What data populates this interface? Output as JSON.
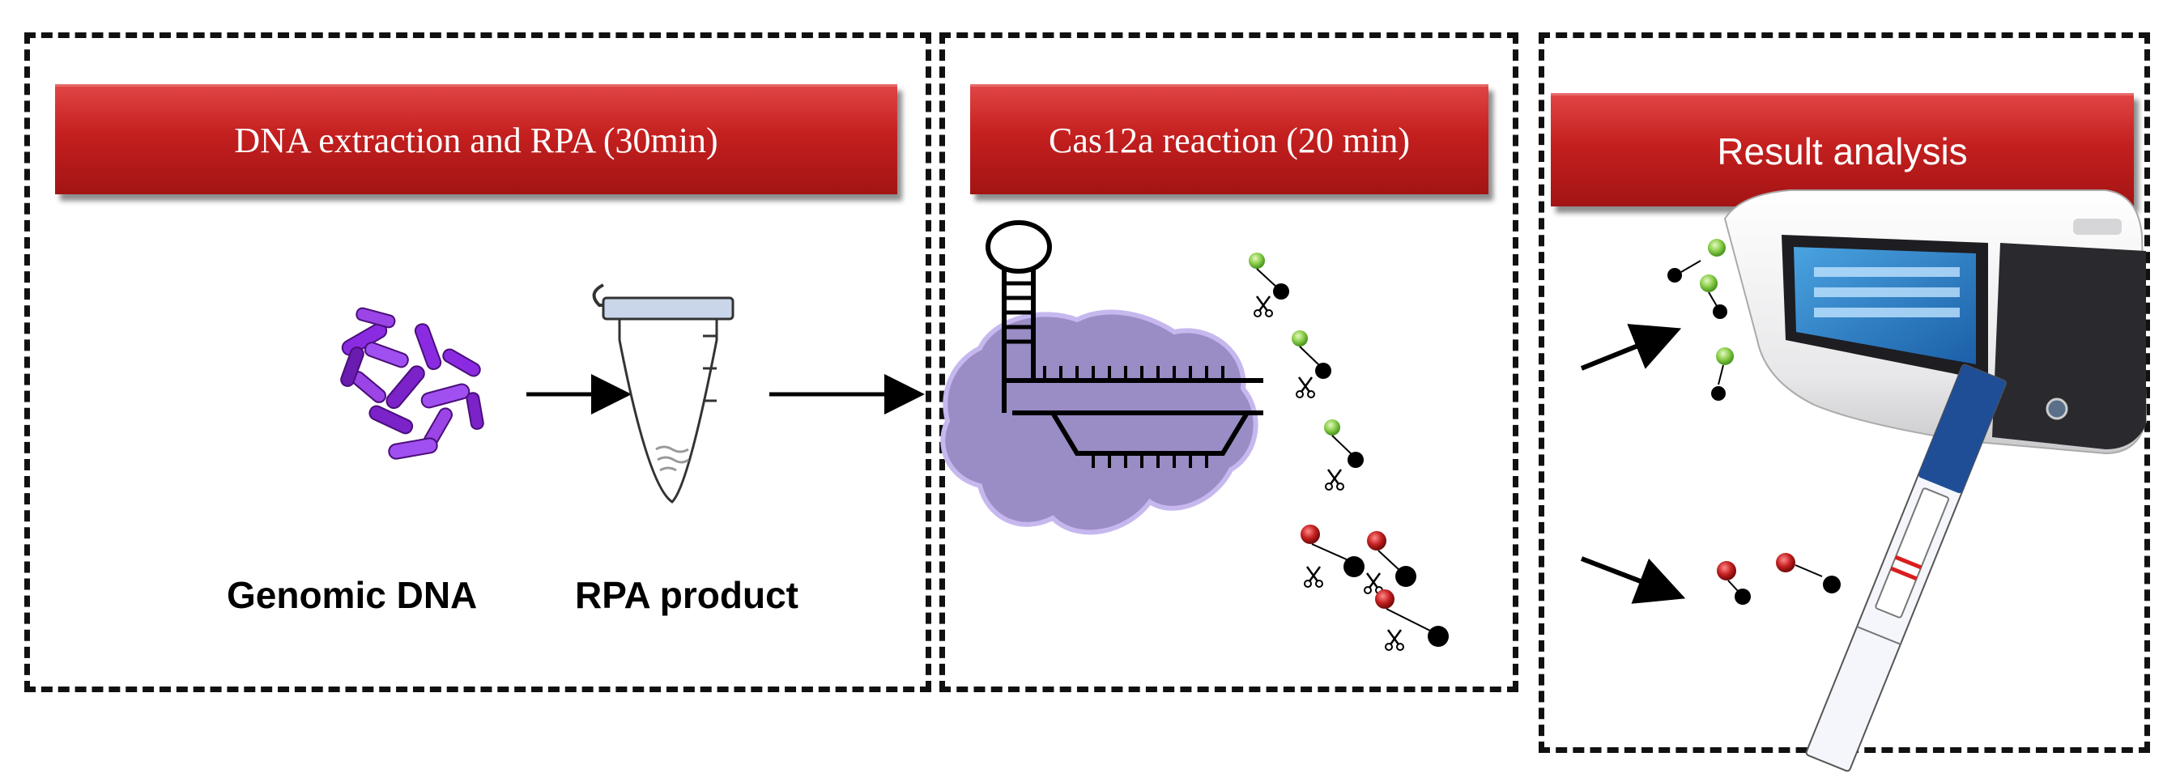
{
  "steps": [
    {
      "title": "DNA extraction and RPA (30min)"
    },
    {
      "title": "Cas12a reaction (20 min)"
    },
    {
      "title": "Result analysis"
    }
  ],
  "labels": {
    "genomic_dna": "Genomic DNA",
    "rpa_product": "RPA product"
  },
  "colors": {
    "banner": "#c41f1f",
    "cas_protein": "#9a8cc4",
    "reporter_green": "#8fd14f",
    "reporter_red": "#c41f1f",
    "bacteria": "#8a2be2"
  },
  "icons": [
    "bacteria-icon",
    "tube-icon",
    "cas12a-icon",
    "scissors-icon",
    "fluorometer-icon",
    "test-strip-icon"
  ]
}
